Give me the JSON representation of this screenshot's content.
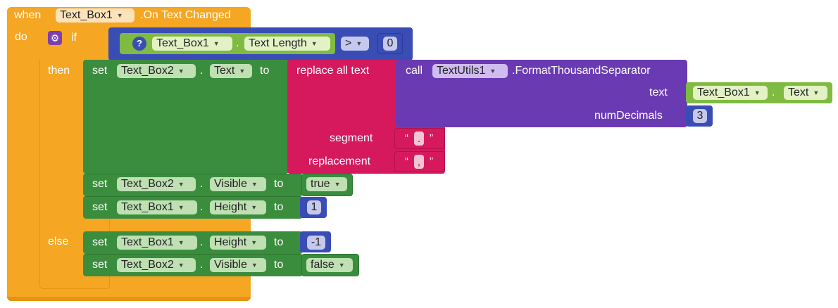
{
  "event": {
    "when": "when",
    "component": "Text_Box1",
    "event_name": ".On Text Changed",
    "do": "do"
  },
  "if_block": {
    "if_label": "if",
    "then_label": "then",
    "else_label": "else",
    "condition": {
      "component": "Text_Box1",
      "dot": ".",
      "property": "Text Length",
      "operator": ">",
      "value": "0"
    }
  },
  "then": {
    "set_text": {
      "set": "set",
      "component": "Text_Box2",
      "dot": ".",
      "property": "Text",
      "to": "to",
      "replace": {
        "label": "replace all text",
        "segment_label": "segment",
        "replacement_label": "replacement",
        "segment_value": ".",
        "replacement_value": ",",
        "call": {
          "call": "call",
          "component": "TextUtils1",
          "method": ".FormatThousandSeparator",
          "text_label": "text",
          "text_component": "Text_Box1",
          "dot": ".",
          "text_property": "Text",
          "numdecimals_label": "numDecimals",
          "numdecimals_value": "3"
        }
      }
    },
    "set_visible": {
      "set": "set",
      "component": "Text_Box2",
      "dot": ".",
      "property": "Visible",
      "to": "to",
      "value": "true"
    },
    "set_height": {
      "set": "set",
      "component": "Text_Box1",
      "dot": ".",
      "property": "Height",
      "to": "to",
      "value": "1"
    }
  },
  "else": {
    "set_height": {
      "set": "set",
      "component": "Text_Box1",
      "dot": ".",
      "property": "Height",
      "to": "to",
      "value": "-1"
    },
    "set_visible": {
      "set": "set",
      "component": "Text_Box2",
      "dot": ".",
      "property": "Visible",
      "to": "to",
      "value": "false"
    }
  },
  "quote_open": "“",
  "quote_close": "”",
  "colors": {
    "event": "#f5a623",
    "control": "#f5a623",
    "setter": "#3b8d3e",
    "getter": "#7fbb42",
    "text": "#d6195d",
    "method": "#6a3ab2",
    "math": "#3a4db5"
  }
}
